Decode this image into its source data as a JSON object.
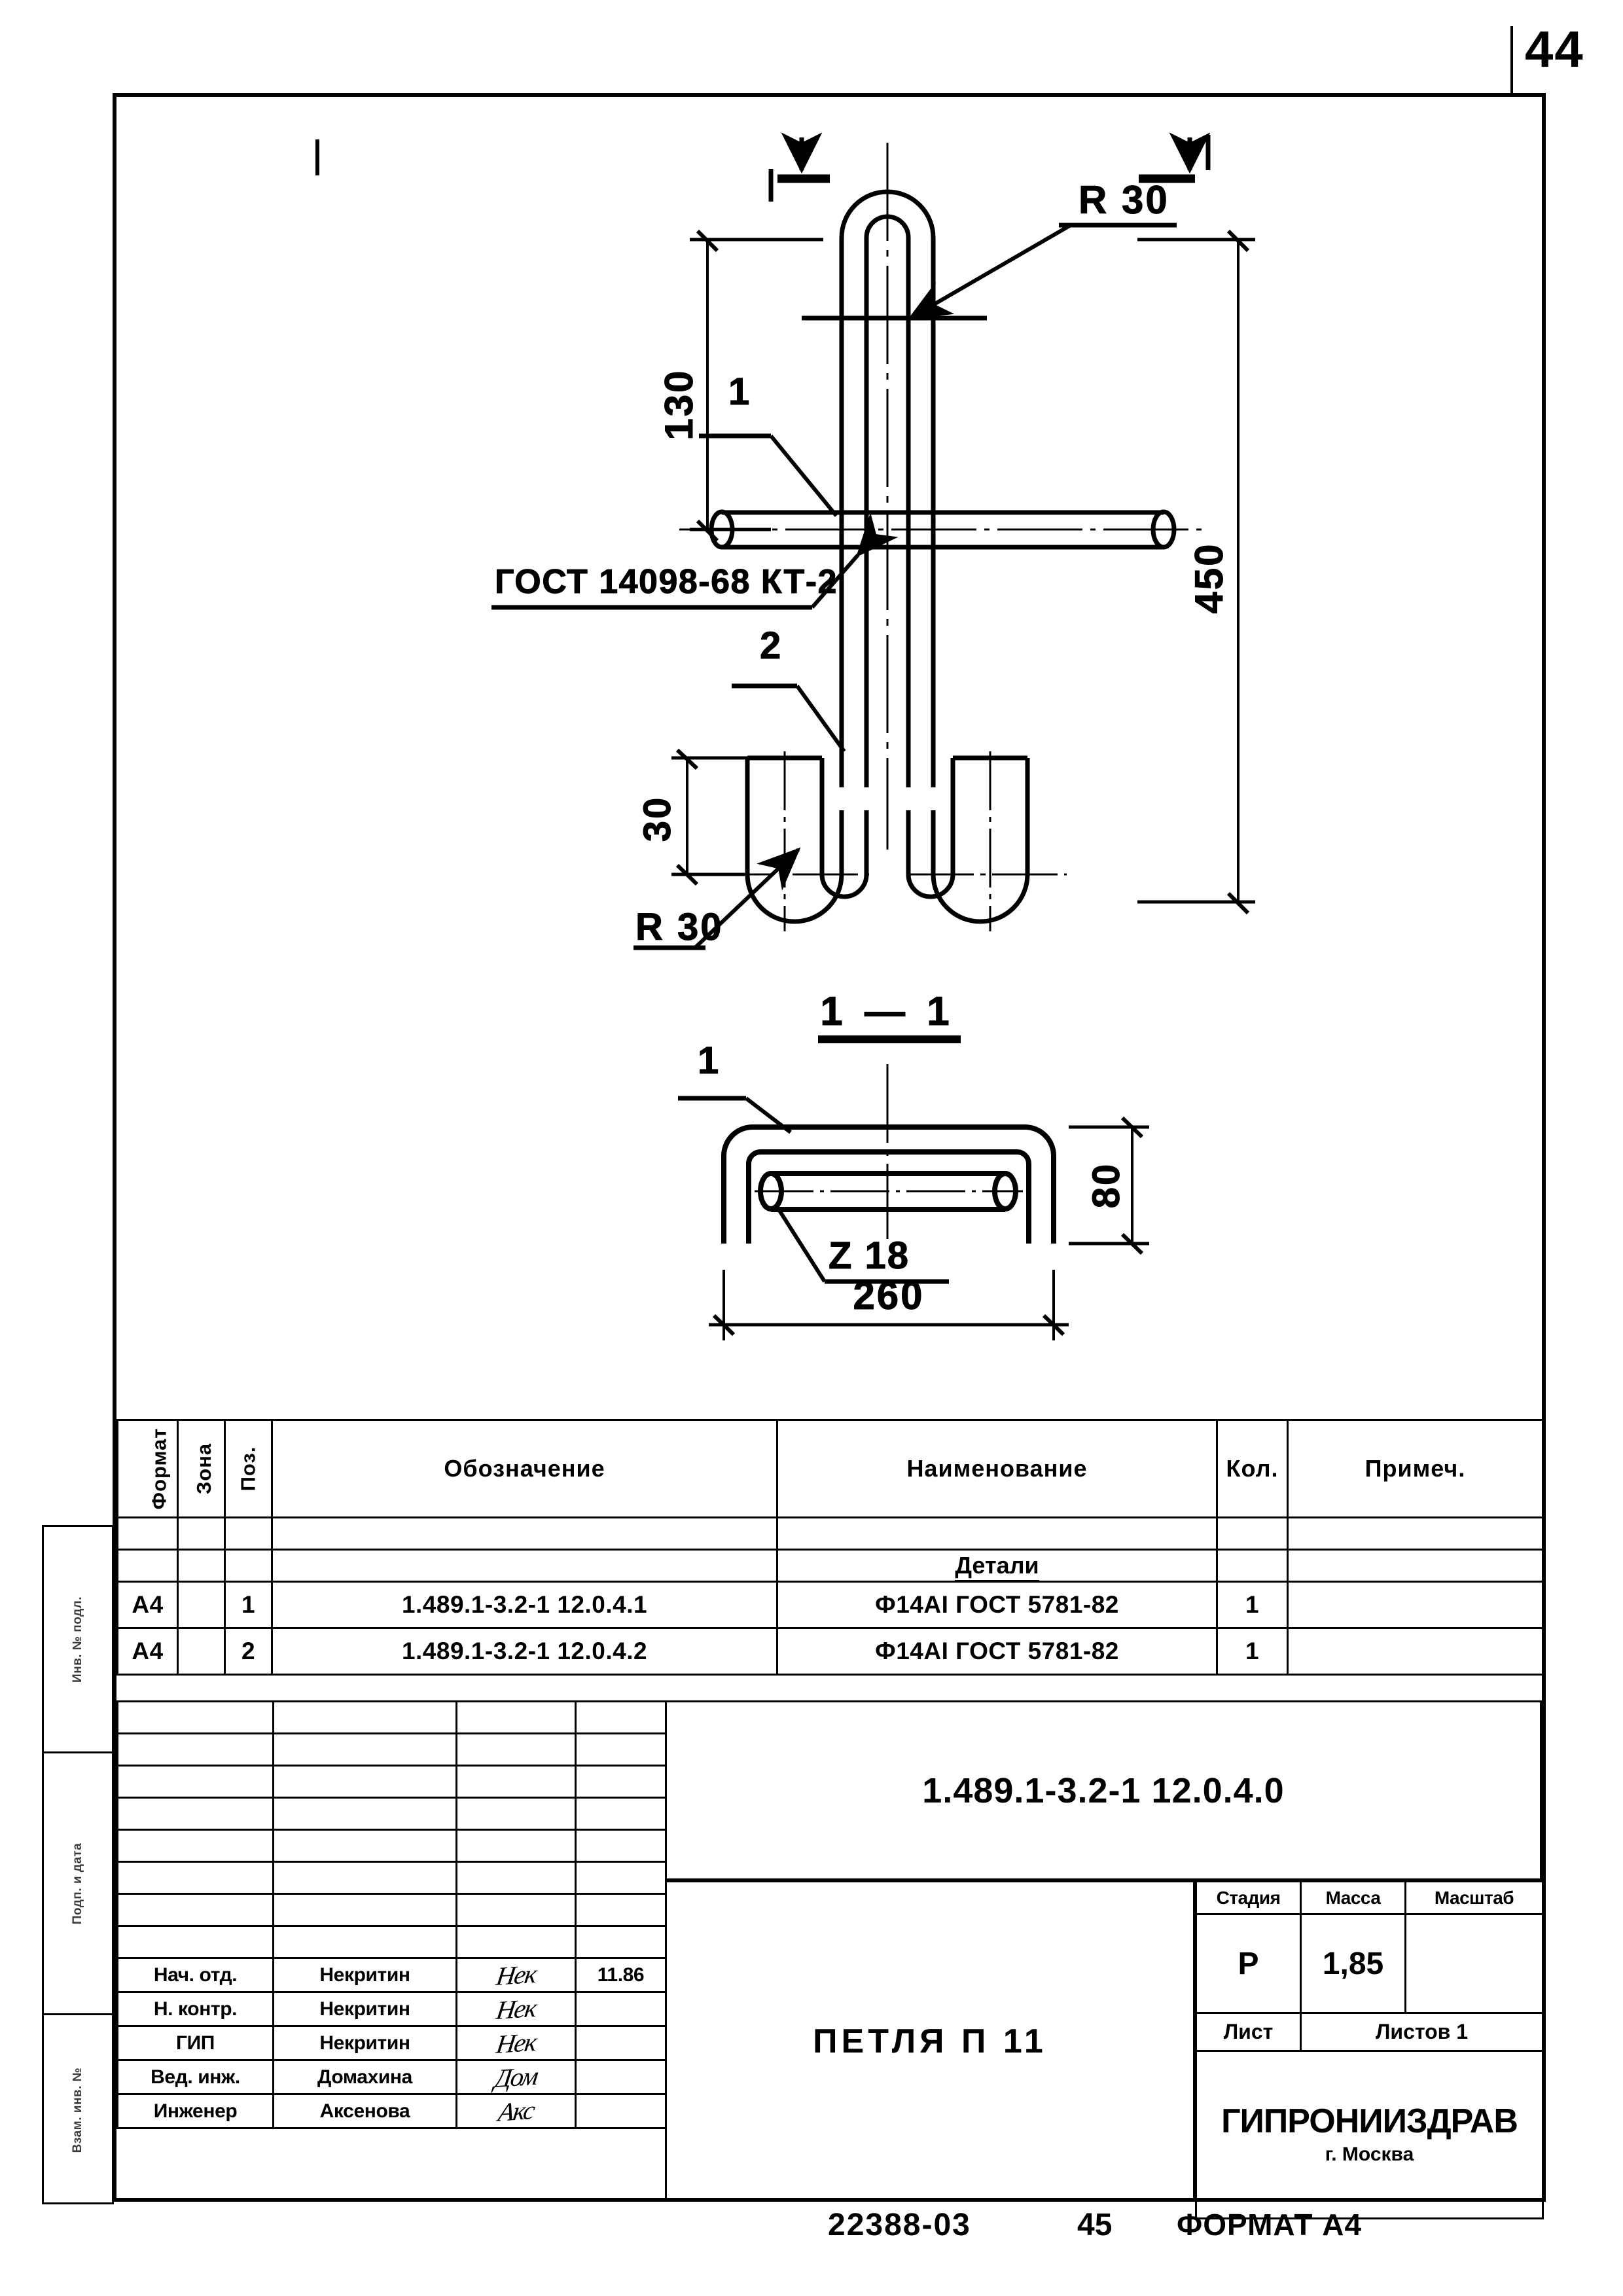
{
  "page": {
    "number": "44",
    "footer_drawing_no": "22388-03",
    "footer_page": "45",
    "footer_format": "ФОРМАТ А4"
  },
  "margin_column": {
    "labels": [
      "Инв. № подл.",
      "Подп. и дата",
      "Взам. инв. №"
    ]
  },
  "drawing": {
    "section_mark_left": "1",
    "section_mark_right": "1",
    "section_title": "1 — 1",
    "radius_top_label": "R 30",
    "radius_bottom_label": "R 30",
    "dim_130": "130",
    "dim_450": "450",
    "dim_30": "30",
    "dim_80": "80",
    "dim_260": "260",
    "weld_note": "ГОСТ 14098-68 КТ-2",
    "pos_label_1": "1",
    "pos_label_2": "2",
    "bar_note": "Z 18"
  },
  "spec_table": {
    "headers": {
      "format": "Формат",
      "zone": "Зона",
      "pos": "Поз.",
      "designation": "Обозначение",
      "name": "Наименование",
      "qty": "Кол.",
      "note": "Примеч."
    },
    "group_title": "Детали",
    "rows": [
      {
        "format": "А4",
        "zone": "",
        "pos": "1",
        "designation": "1.489.1-3.2-1 12.0.4.1",
        "name": "Ф14АI ГОСТ 5781-82",
        "qty": "1",
        "note": ""
      },
      {
        "format": "А4",
        "zone": "",
        "pos": "2",
        "designation": "1.489.1-3.2-1 12.0.4.2",
        "name": "Ф14АI ГОСТ 5781-82",
        "qty": "1",
        "note": ""
      }
    ]
  },
  "title_block": {
    "document_code": "1.489.1-3.2-1 12.0.4.0",
    "product_name": "ПЕТЛЯ    П 11",
    "stage_label": "Стадия",
    "mass_label": "Масса",
    "scale_label": "Масштаб",
    "stage_value": "Р",
    "mass_value": "1,85",
    "scale_value": "",
    "sheet_label": "Лист",
    "sheets_label": "Листов 1",
    "sheet_value": "",
    "organization": "ГИПРОНИИЗДРАВ",
    "city": "г. Москва",
    "signatures": [
      {
        "role": "Нач. отд.",
        "name": "Некритин",
        "sign": "Нек",
        "date": "11.86"
      },
      {
        "role": "Н. контр.",
        "name": "Некритин",
        "sign": "Нек",
        "date": ""
      },
      {
        "role": "ГИП",
        "name": "Некритин",
        "sign": "Нек",
        "date": ""
      },
      {
        "role": "Вед. инж.",
        "name": "Домахина",
        "sign": "Дом",
        "date": ""
      },
      {
        "role": "Инженер",
        "name": "Аксенова",
        "sign": "Акс",
        "date": ""
      }
    ]
  }
}
